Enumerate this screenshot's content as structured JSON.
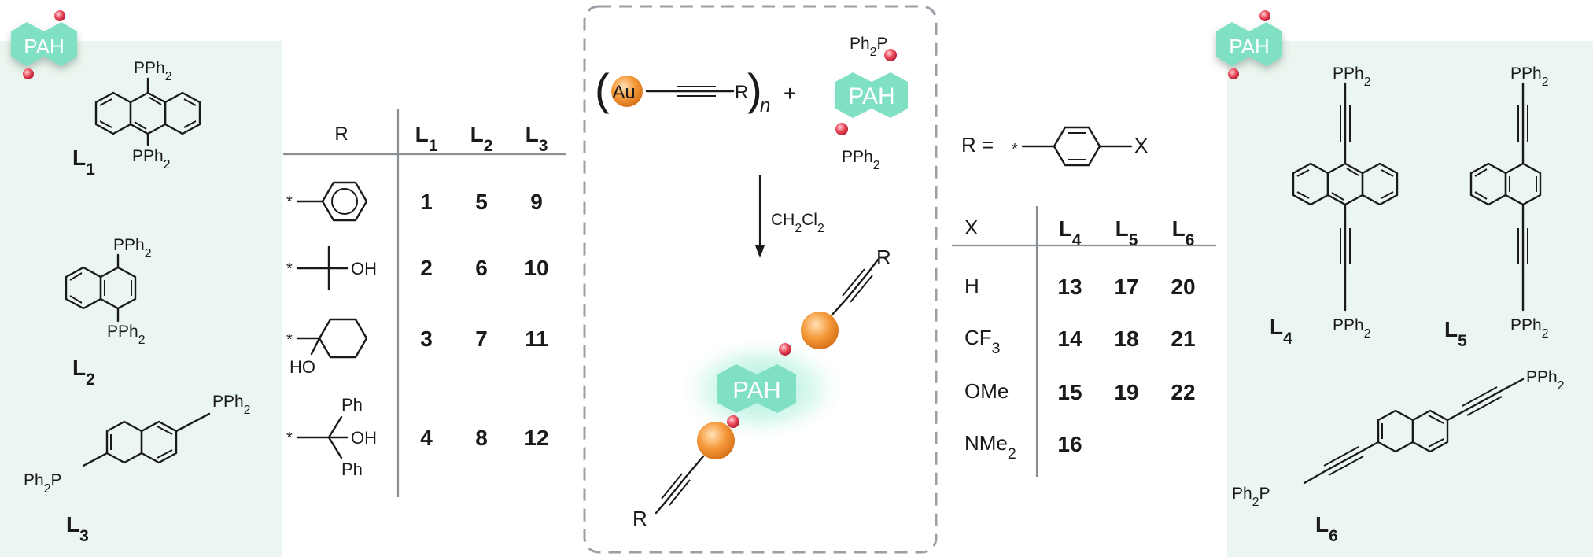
{
  "colors": {
    "panel_bg": "#eaf6ef",
    "pah_teal": "#7fe0c4",
    "gold_orange": "#f59a3b",
    "phosphorus_red": "#e0364a",
    "rule_gray": "#8a8f94",
    "dash_gray": "#9aa0a6"
  },
  "left_panel": {
    "pah_badge": "PAH",
    "ligands": [
      {
        "id": "L1",
        "substituents": [
          "PPh2",
          "PPh2"
        ]
      },
      {
        "id": "L2",
        "substituents": [
          "PPh2",
          "PPh2"
        ]
      },
      {
        "id": "L3",
        "substituents": [
          "PPh2",
          "Ph2P"
        ]
      }
    ]
  },
  "table_left": {
    "headers": [
      "R",
      "L1",
      "L2",
      "L3"
    ],
    "rows": [
      {
        "r_group": "phenyl",
        "r_labels": [
          "*"
        ],
        "values": [
          "1",
          "5",
          "9"
        ]
      },
      {
        "r_group": "2-hydroxy-2-propyl",
        "r_labels": [
          "*",
          "OH"
        ],
        "values": [
          "2",
          "6",
          "10"
        ]
      },
      {
        "r_group": "1-hydroxycyclohexyl",
        "r_labels": [
          "*",
          "HO"
        ],
        "values": [
          "3",
          "7",
          "11"
        ]
      },
      {
        "r_group": "diphenyl(hydroxy)methyl",
        "r_labels": [
          "Ph",
          "*",
          "OH",
          "Ph"
        ],
        "values": [
          "4",
          "8",
          "12"
        ]
      }
    ]
  },
  "scheme": {
    "gold": "Au",
    "r": "R",
    "n": "n",
    "plus": "+",
    "pah": "PAH",
    "ph2p": "Ph2P",
    "pph2": "PPh2",
    "solvent": "CH2Cl2"
  },
  "table_right": {
    "r_definition": [
      "R =",
      "*",
      "X"
    ],
    "headers": [
      "X",
      "L4",
      "L5",
      "L6"
    ],
    "rows": [
      {
        "x": "H",
        "values": [
          "13",
          "17",
          "20"
        ]
      },
      {
        "x": "CF3",
        "values": [
          "14",
          "18",
          "21"
        ]
      },
      {
        "x": "OMe",
        "values": [
          "15",
          "19",
          "22"
        ]
      },
      {
        "x": "NMe2",
        "values": [
          "16",
          "",
          ""
        ]
      }
    ]
  },
  "right_panel": {
    "pah_badge": "PAH",
    "ligands": [
      {
        "id": "L4",
        "substituents": [
          "PPh2",
          "PPh2"
        ]
      },
      {
        "id": "L5",
        "substituents": [
          "PPh2",
          "PPh2"
        ]
      },
      {
        "id": "L6",
        "substituents": [
          "PPh2",
          "Ph2P"
        ]
      }
    ]
  }
}
